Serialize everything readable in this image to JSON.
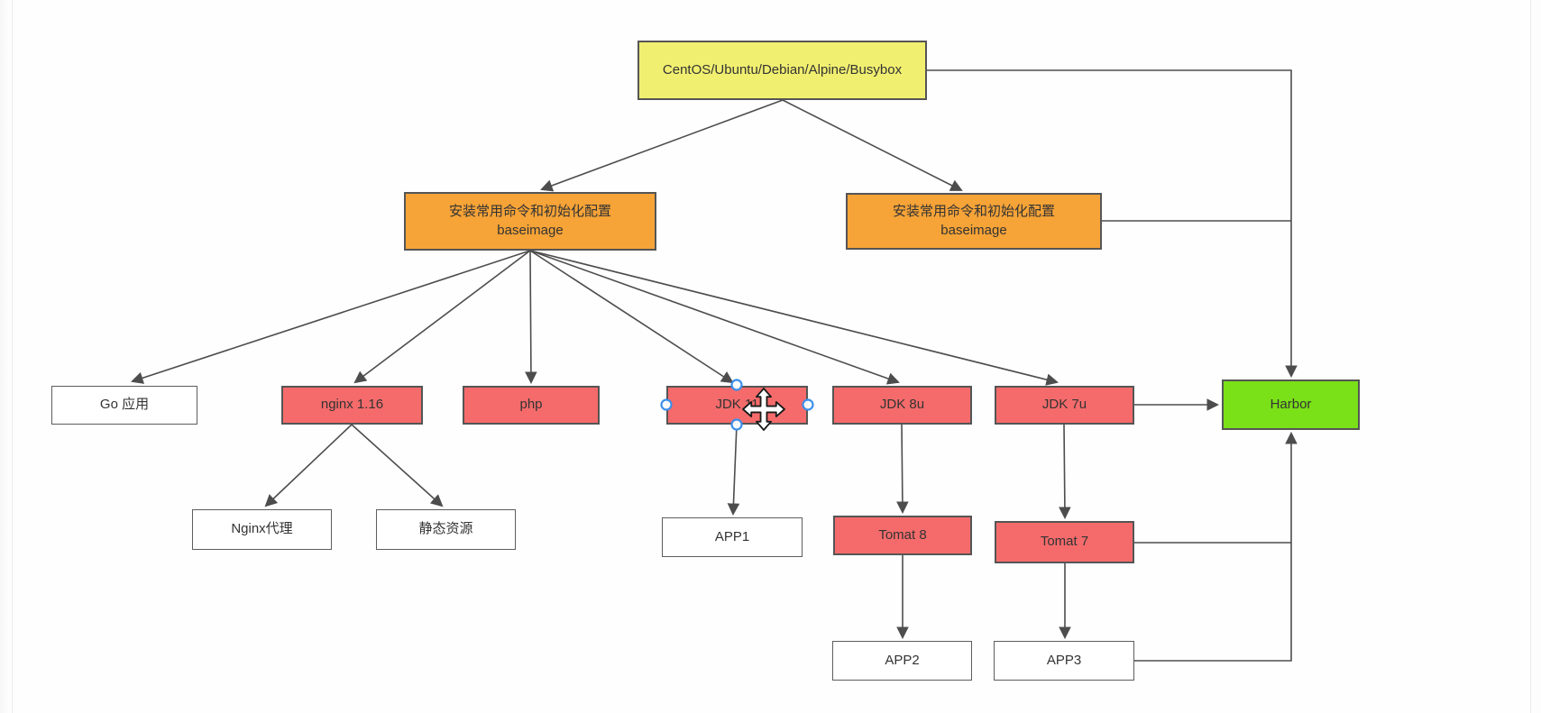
{
  "diagram": {
    "nodes": {
      "os": {
        "label": "CentOS/Ubuntu/Debian/Alpine/Busybox",
        "color": "#f1ef70"
      },
      "baseimage_left": {
        "label_line1": "安装常用命令和初始化配置",
        "label_line2": "baseimage",
        "color": "#f6a337"
      },
      "baseimage_right": {
        "label_line1": "安装常用命令和初始化配置",
        "label_line2": "baseimage",
        "color": "#f6a337"
      },
      "go_app": {
        "label": "Go 应用",
        "color": "#ffffff"
      },
      "nginx": {
        "label": "nginx 1.16",
        "color": "#f56b6b"
      },
      "php": {
        "label": "php",
        "color": "#f56b6b"
      },
      "jdk11": {
        "label": "JDK 11",
        "color": "#f56b6b",
        "selected": true
      },
      "jdk8u": {
        "label": "JDK 8u",
        "color": "#f56b6b"
      },
      "jdk7u": {
        "label": "JDK 7u",
        "color": "#f56b6b"
      },
      "harbor": {
        "label": "Harbor",
        "color": "#7ae018"
      },
      "nginx_proxy": {
        "label": "Nginx代理",
        "color": "#ffffff"
      },
      "static_assets": {
        "label": "静态资源",
        "color": "#ffffff"
      },
      "app1": {
        "label": "APP1",
        "color": "#ffffff"
      },
      "tomat8": {
        "label": "Tomat 8",
        "color": "#f56b6b"
      },
      "tomat7": {
        "label": "Tomat 7",
        "color": "#f56b6b"
      },
      "app2": {
        "label": "APP2",
        "color": "#ffffff"
      },
      "app3": {
        "label": "APP3",
        "color": "#ffffff"
      }
    },
    "edges": [
      {
        "from": "os",
        "to": "baseimage_left"
      },
      {
        "from": "os",
        "to": "baseimage_right"
      },
      {
        "from": "os",
        "to": "harbor"
      },
      {
        "from": "baseimage_left",
        "to": "go_app"
      },
      {
        "from": "baseimage_left",
        "to": "nginx"
      },
      {
        "from": "baseimage_left",
        "to": "php"
      },
      {
        "from": "baseimage_left",
        "to": "jdk11"
      },
      {
        "from": "baseimage_left",
        "to": "jdk8u"
      },
      {
        "from": "baseimage_left",
        "to": "jdk7u"
      },
      {
        "from": "baseimage_right",
        "to": "harbor"
      },
      {
        "from": "nginx",
        "to": "nginx_proxy"
      },
      {
        "from": "nginx",
        "to": "static_assets"
      },
      {
        "from": "jdk11",
        "to": "app1"
      },
      {
        "from": "jdk8u",
        "to": "tomat8"
      },
      {
        "from": "jdk7u",
        "to": "tomat7"
      },
      {
        "from": "jdk7u",
        "to": "harbor"
      },
      {
        "from": "tomat8",
        "to": "app2"
      },
      {
        "from": "tomat7",
        "to": "app3"
      },
      {
        "from": "tomat7",
        "to": "harbor"
      },
      {
        "from": "app3",
        "to": "harbor"
      }
    ],
    "colors": {
      "line": "#4d4d4d",
      "selection_handle_ring": "#3b8fea",
      "node_border": "#555555"
    }
  }
}
